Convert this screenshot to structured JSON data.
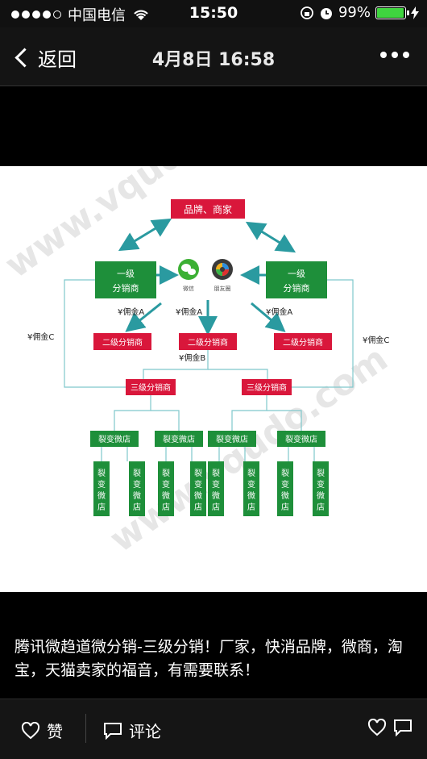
{
  "status": {
    "carrier": "中国电信",
    "time": "15:50",
    "battery": "99%",
    "battery_level": 0.99
  },
  "nav": {
    "back_label": "返回",
    "title": "4月8日 16:58"
  },
  "diagram": {
    "top": "品牌、商家",
    "level1_left_a": "一级",
    "level1_left_b": "分销商",
    "level1_right_a": "一级",
    "level1_right_b": "分销商",
    "wechat": "微信",
    "moments": "朋友圈",
    "commission_a": "¥佣金A",
    "commission_b": "¥佣金B",
    "commission_c": "¥佣金C",
    "level2": "二级分销商",
    "level3": "三级分销商",
    "fission_store": "裂变微店",
    "fission_vertical": [
      "裂",
      "变",
      "微",
      "店"
    ],
    "watermark": "www.vqudo.com"
  },
  "caption": "腾讯微趋道微分销-三级分销！厂家，快消品牌，微商，淘宝，天猫卖家的福音，有需要联系！",
  "bottom": {
    "like_label": "赞",
    "comment_label": "评论"
  },
  "colors": {
    "red": "#d9173b",
    "green": "#1e8f3a",
    "teal": "#2a9aa0"
  }
}
